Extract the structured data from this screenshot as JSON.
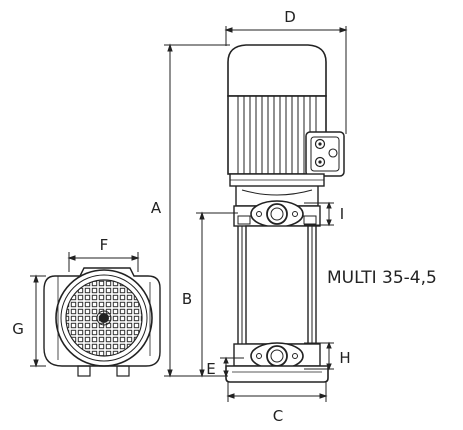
{
  "drawing": {
    "model_label": "MULTI 35-4,5",
    "dimensions": {
      "A": "A",
      "B": "B",
      "C": "C",
      "D": "D",
      "E": "E",
      "F": "F",
      "G": "G",
      "H": "H",
      "I": "I"
    }
  }
}
